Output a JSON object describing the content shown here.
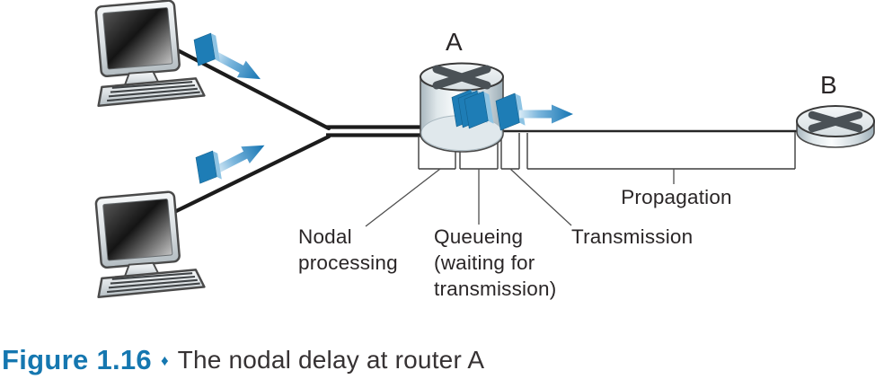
{
  "figure": {
    "node_labels": {
      "router_a": "A",
      "router_b": "B"
    },
    "delay_labels": {
      "nodal_processing": "Nodal\nprocessing",
      "queueing": "Queueing\n(waiting for\ntransmission)",
      "transmission": "Transmission",
      "propagation": "Propagation"
    },
    "caption": {
      "number": "Figure 1.16",
      "separator": "♦",
      "title": "The nodal delay at router A"
    },
    "icons": [
      "host-computer-icon",
      "router-icon",
      "packet-icon",
      "packet-arrow-icon"
    ],
    "colors": {
      "packet_blue": "#1e7db6",
      "packet_edge_blue": "#8ec4e4",
      "arrow_tail_blue": "#d9ebf6",
      "caption_blue": "#1577b0",
      "line_dark": "#1c1c1c",
      "bracket_gray": "#3d3d3d",
      "label_text": "#2a2627"
    }
  }
}
